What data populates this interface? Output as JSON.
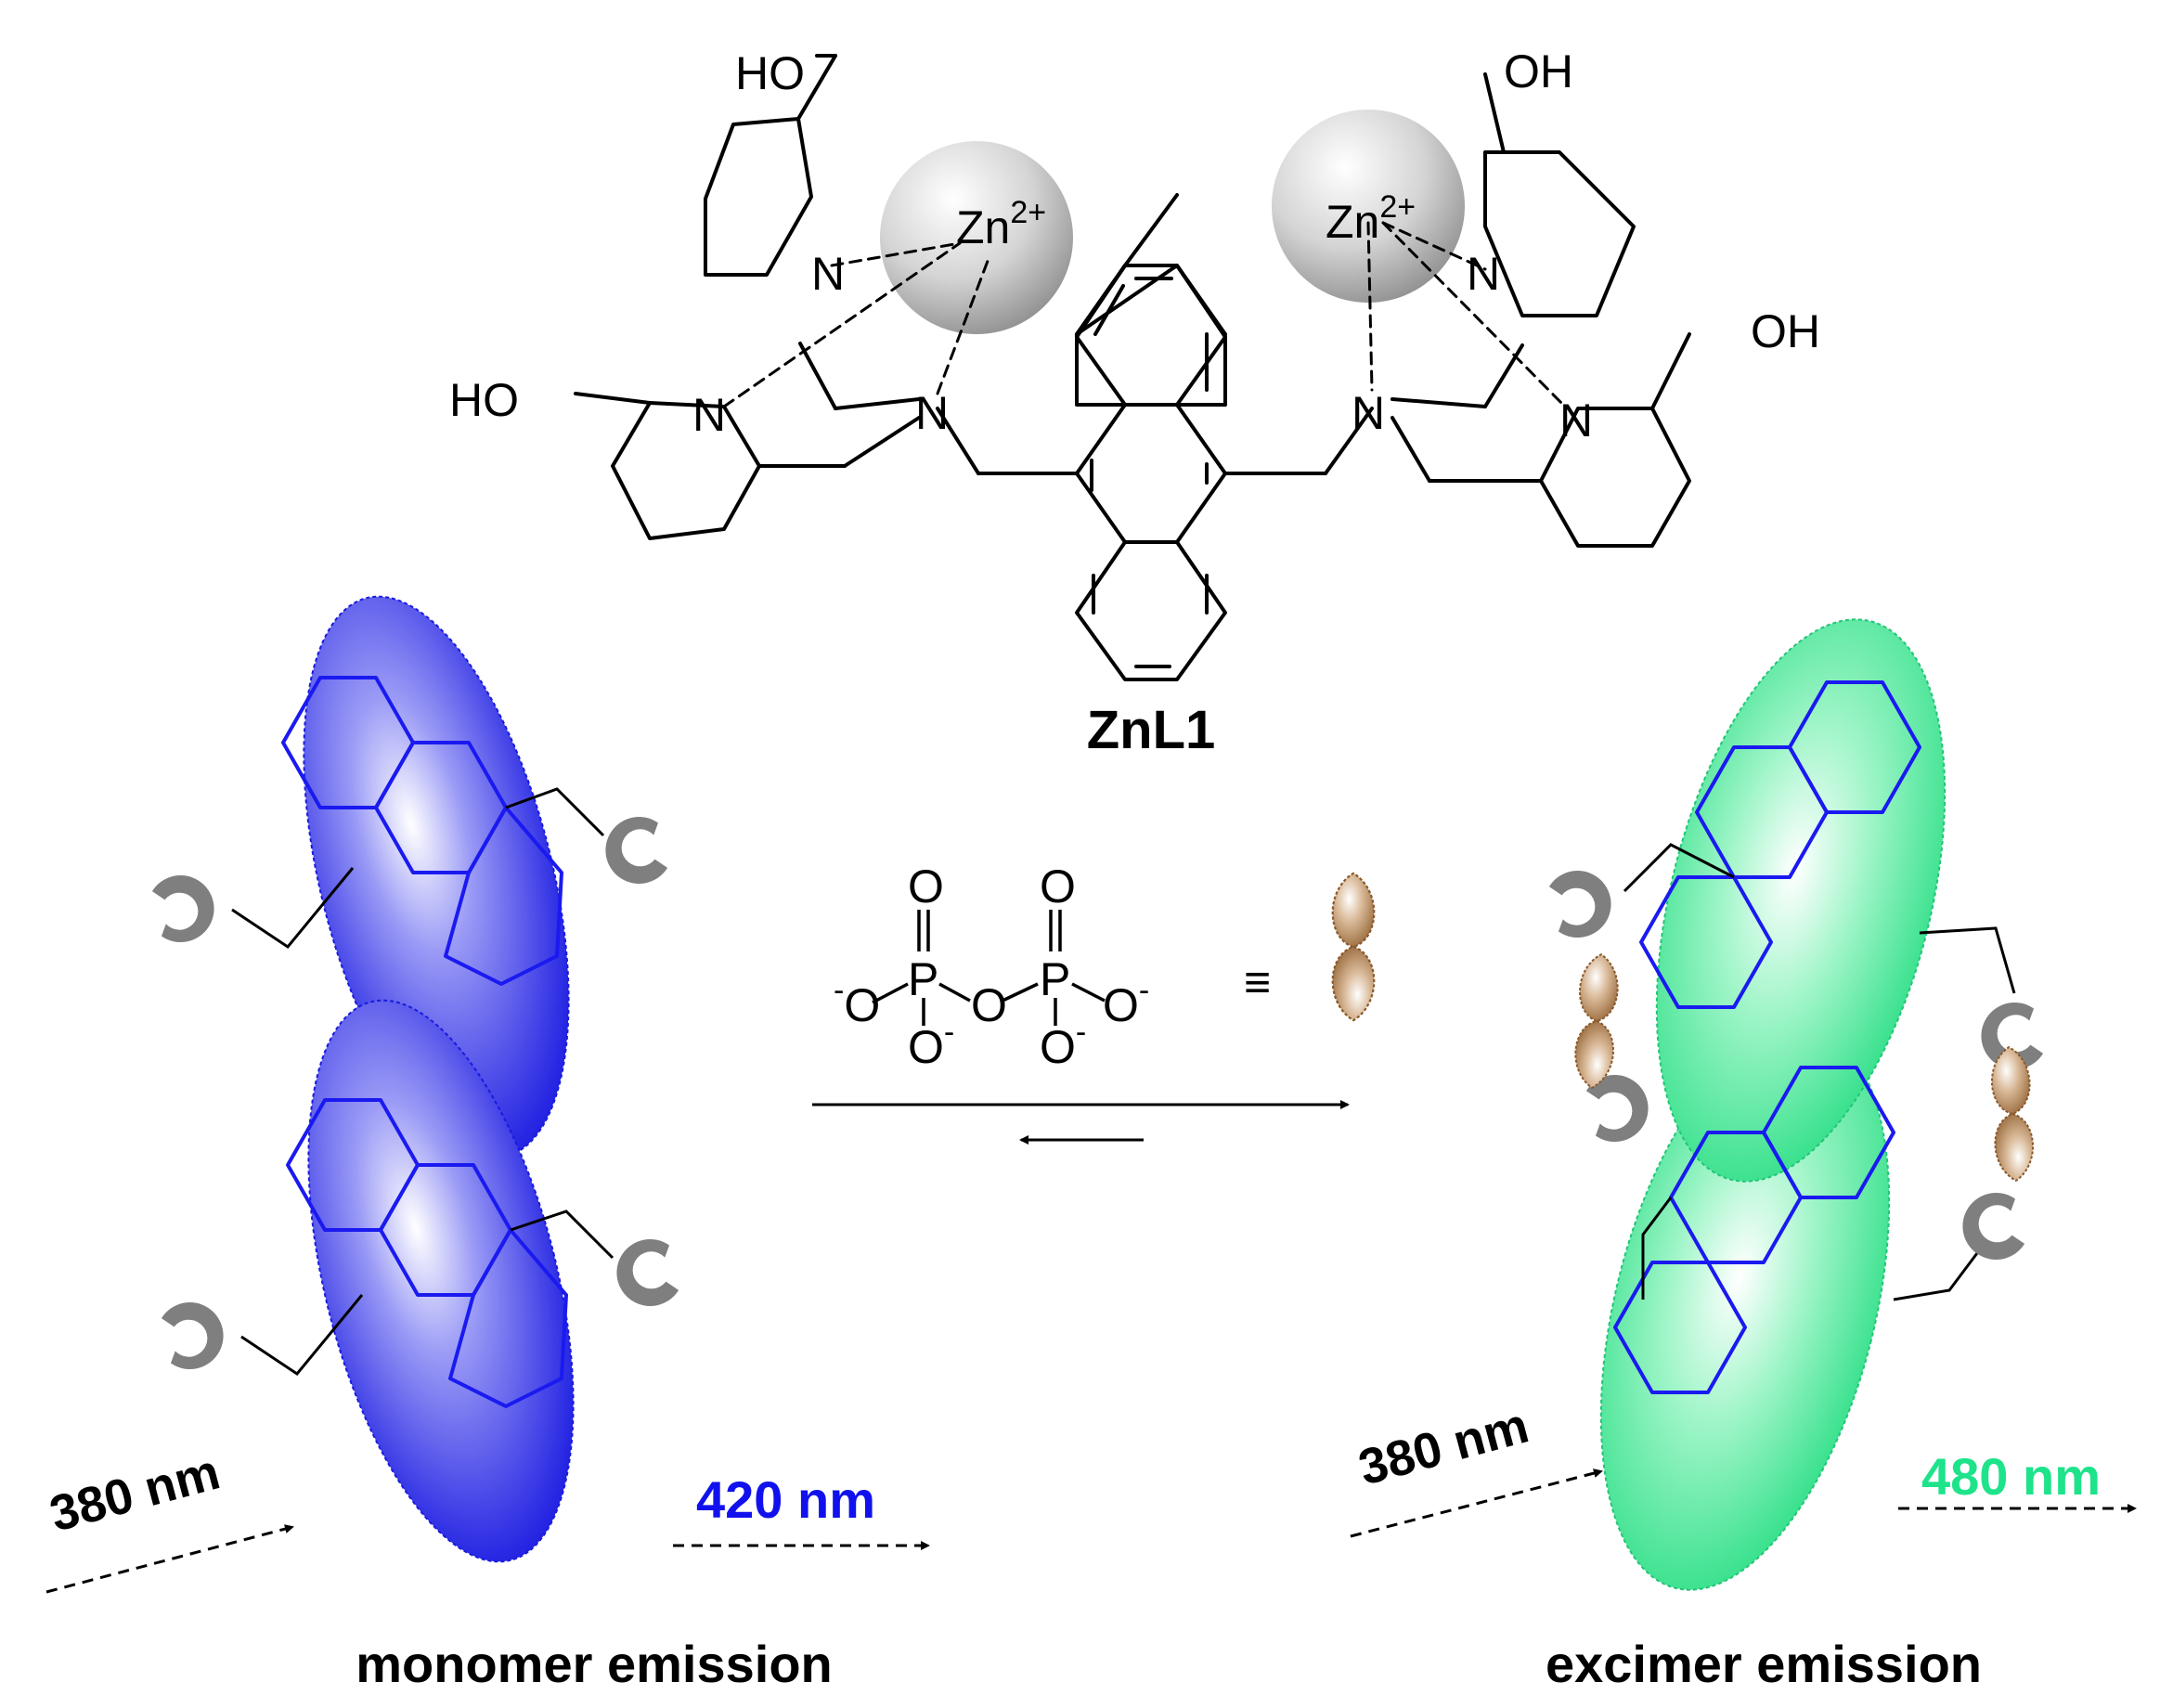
{
  "zinc_complex": {
    "label": "ZnL1",
    "metal_ion": "Zn",
    "metal_charge": "2+",
    "hydroxyl": "HO",
    "hydroxyl_right": "OH",
    "nitrogen": "N"
  },
  "pyrophosphate": {
    "phosphorus": "P",
    "oxygen": "O",
    "negative_oxygen": "O",
    "minus": "-",
    "equivalence": "≡"
  },
  "monomer_state": {
    "excitation_label": "380 nm",
    "emission_label": "420 nm",
    "caption": "monomer emission",
    "emission_color": "#1111ee"
  },
  "excimer_state": {
    "excitation_label": "380 nm",
    "emission_label": "480 nm",
    "caption": "excimer emission",
    "emission_color": "#1ee38a"
  },
  "colors": {
    "monomer_ellipse": "#2f2fe8",
    "excimer_ellipse": "#2de08a",
    "ring_outline_blue": "#1a1af0",
    "receptor_gray": "#808080",
    "pyrophosphate_lobe": "#b58a5c",
    "zinc_sphere": "#b0b0b0"
  }
}
